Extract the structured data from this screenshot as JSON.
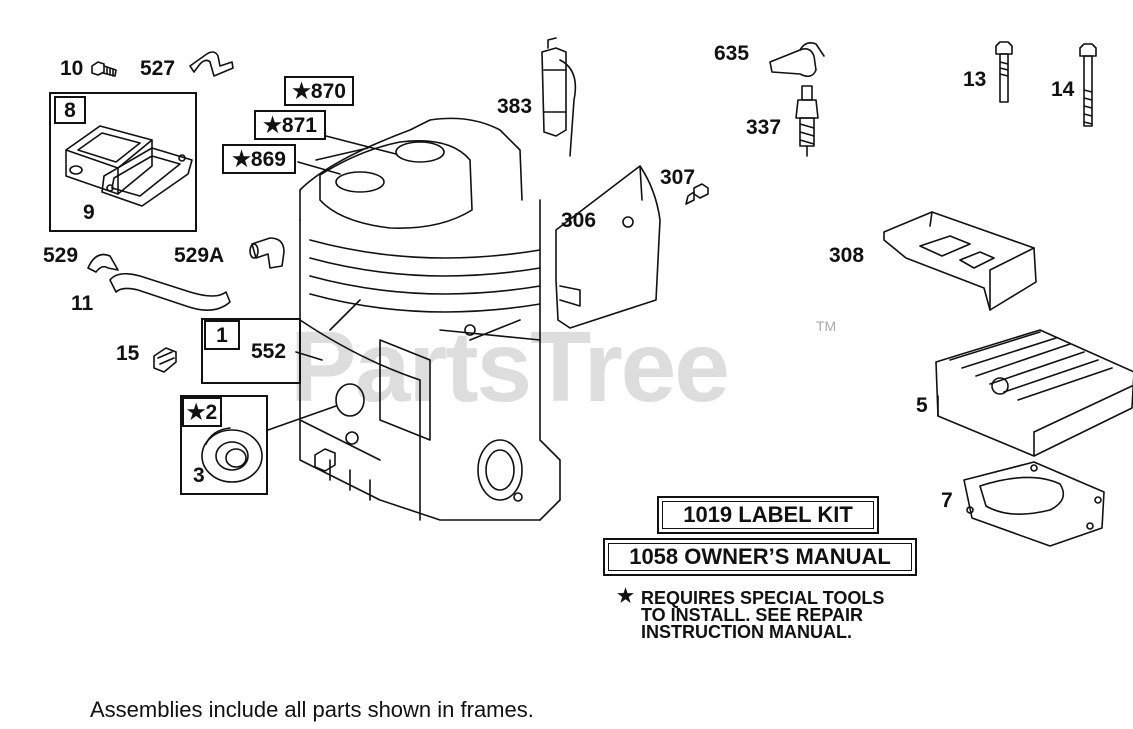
{
  "callouts": {
    "p10": "10",
    "p527": "527",
    "p8": "8",
    "p9": "9",
    "p870": "★870",
    "p871": "★871",
    "p869": "★869",
    "p383": "383",
    "p635": "635",
    "p337": "337",
    "p13": "13",
    "p14": "14",
    "p307": "307",
    "p306": "306",
    "p308": "308",
    "p529": "529",
    "p529a": "529A",
    "p11": "11",
    "p1": "1",
    "p552": "552",
    "p15": "15",
    "p2": "★2",
    "p3": "3",
    "p5": "5",
    "p7": "7"
  },
  "kits": {
    "label_kit": "1019 LABEL KIT",
    "owners_manual": "1058 OWNER’S MANUAL"
  },
  "note": {
    "star": "★",
    "line1": "REQUIRES SPECIAL TOOLS",
    "line2": "TO INSTALL.  SEE REPAIR",
    "line3": "INSTRUCTION MANUAL."
  },
  "footer": "Assemblies include all parts shown in frames.",
  "watermark": {
    "text": "PartsTree",
    "tm": "TM"
  }
}
